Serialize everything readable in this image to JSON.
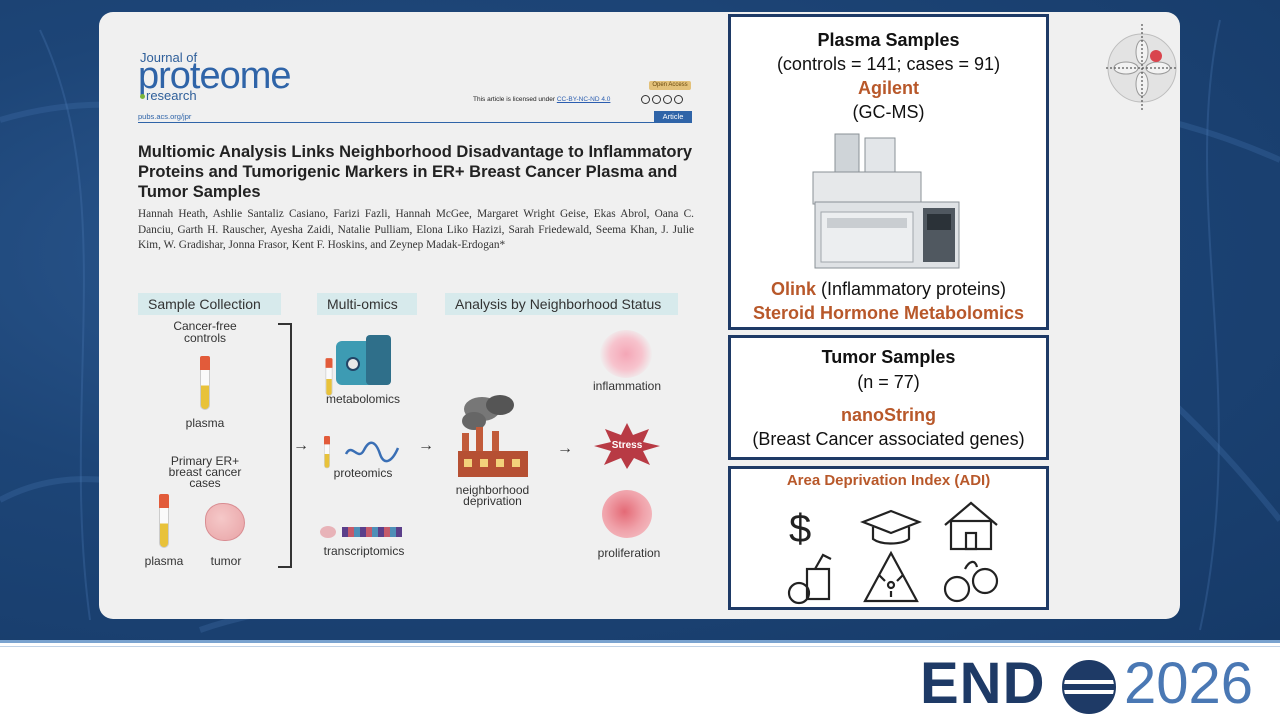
{
  "journal": {
    "small": "Journal of",
    "name": "proteome",
    "sub": "research",
    "open_access": "Open Access",
    "license_prefix": "This article is licensed under",
    "license_link": "CC-BY-NC-ND 4.0",
    "url": "pubs.acs.org/jpr",
    "article_tag": "Article"
  },
  "paper": {
    "title": "Multiomic Analysis Links Neighborhood Disadvantage to Inflammatory Proteins and Tumorigenic Markers in ER+ Breast Cancer Plasma and Tumor Samples",
    "authors": "Hannah Heath, Ashlie Santaliz Casiano, Farizi Fazli, Hannah McGee, Margaret Wright Geise, Ekas Abrol, Oana C. Danciu, Garth H. Rauscher, Ayesha Zaidi, Natalie Pulliam, Elona Liko Hazizi, Sarah Friedewald, Seema Khan, J. Julie Kim, W. Gradishar, Jonna Frasor, Kent F. Hoskins, and Zeynep Madak-Erdogan*"
  },
  "abstract": {
    "headers": {
      "sample_collection": "Sample Collection",
      "multi_omics": "Multi-omics",
      "analysis": "Analysis by Neighborhood Status"
    },
    "controls_line1": "Cancer-free",
    "controls_line2": "controls",
    "plasma_label": "plasma",
    "cases_line1": "Primary ER+",
    "cases_line2": "breast cancer",
    "cases_line3": "cases",
    "plasma_label2": "plasma",
    "tumor_label": "tumor",
    "metabolomics": "metabolomics",
    "proteomics": "proteomics",
    "transcriptomics": "transcriptomics",
    "deprivation_line1": "neighborhood",
    "deprivation_line2": "deprivation",
    "inflammation": "inflammation",
    "stress": "Stress",
    "proliferation": "proliferation"
  },
  "plasma_box": {
    "title": "Plasma Samples",
    "counts": "(controls = 141; cases = 91)",
    "vendor": "Agilent",
    "method": "(GC-MS)",
    "olink": "Olink",
    "olink_desc": " (Inflammatory proteins)",
    "steroid": "Steroid Hormone Metabolomics"
  },
  "tumor_box": {
    "title": "Tumor Samples",
    "count": "(n = 77)",
    "vendor": "nanoString",
    "desc": "(Breast Cancer associated genes)"
  },
  "adi_box": {
    "title": "Area Deprivation Index (ADI)",
    "icons": [
      "dollar-icon",
      "graduation-cap-icon",
      "house-icon",
      "food-icon",
      "radiation-icon",
      "handcuffs-icon"
    ]
  },
  "footer": {
    "endo": "END",
    "year": "2026"
  },
  "colors": {
    "accent_orange": "#b8582a",
    "navy": "#1e3a66",
    "journal_blue": "#2f64a8"
  }
}
